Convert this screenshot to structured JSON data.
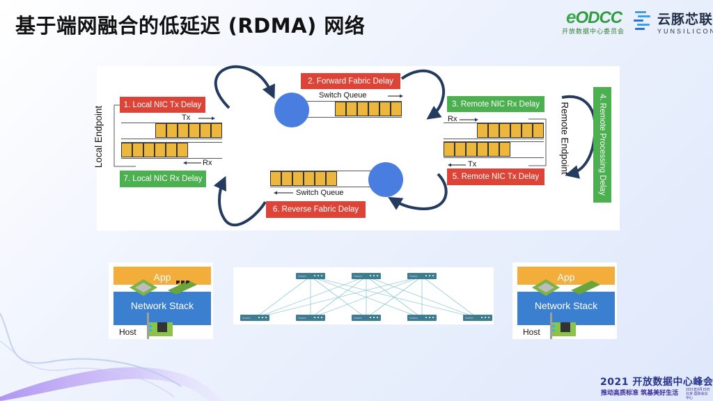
{
  "slide": {
    "title": "基于端网融合的低延迟 (RDMA) 网络"
  },
  "logos": {
    "odcc": {
      "mark": "e",
      "name": "ODCC",
      "subtitle": "开放数据中心委员会",
      "color": "#2e9e3c"
    },
    "yunsilicon": {
      "cn": "云豚芯联",
      "en": "YUNSILICON",
      "color": "#1e2c45"
    }
  },
  "diagram": {
    "left_endpoint_label": "Local Endpoint",
    "right_endpoint_label": "Remote Endpoint",
    "delays": [
      {
        "id": 1,
        "label": "1. Local NIC Tx Delay",
        "color": "#db4437"
      },
      {
        "id": 2,
        "label": "2. Forward Fabric Delay",
        "color": "#db4437"
      },
      {
        "id": 3,
        "label": "3. Remote NIC Rx Delay",
        "color": "#4caf50"
      },
      {
        "id": 4,
        "label": "4. Remote Processing Delay",
        "color": "#4caf50"
      },
      {
        "id": 5,
        "label": "5. Remote NIC Tx Delay",
        "color": "#db4437"
      },
      {
        "id": 6,
        "label": "6. Reverse Fabric Delay",
        "color": "#db4437"
      },
      {
        "id": 7,
        "label": "7. Local NIC Rx Delay",
        "color": "#4caf50"
      }
    ],
    "queues": {
      "local_tx": {
        "label": "Tx",
        "filled_cells": 6
      },
      "local_rx": {
        "label": "Rx",
        "filled_cells": 6
      },
      "forward_switch": {
        "label": "Switch Queue",
        "filled_cells": 6
      },
      "reverse_switch": {
        "label": "Switch Queue",
        "filled_cells": 6
      },
      "remote_rx": {
        "label": "Rx",
        "filled_cells": 6
      },
      "remote_tx": {
        "label": "Tx",
        "filled_cells": 6
      }
    },
    "colors": {
      "queue_cell": "#ecb73c",
      "switch_node": "#4a7de0",
      "arrow": "#243a5e"
    }
  },
  "hosts": [
    {
      "app": "App",
      "stack": "Network Stack",
      "host": "Host"
    },
    {
      "app": "App",
      "stack": "Network Stack",
      "host": "Host"
    }
  ],
  "fabric": {
    "switch_label": "Switch",
    "spine_count": 3,
    "leaf_count": 5,
    "color": "#3c7d8f"
  },
  "footer": {
    "summit_title": "2021 开放数据中心峰会",
    "summit_slogan": "推动高质标准  筑基美好生活",
    "summit_info": "2021年9月15日 北京·国际会议中心"
  }
}
